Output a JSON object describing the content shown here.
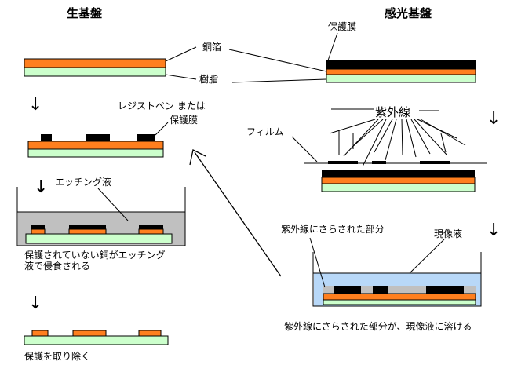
{
  "colors": {
    "copper": "#ff7f1e",
    "resin": "#ccffcc",
    "resist": "#000000",
    "etchant": "#c0c0c0",
    "developer": "#b8d8f8"
  },
  "left": {
    "title": "生基盤",
    "foil_label": "銅箔",
    "resin_label": "樹脂",
    "resist_label_line1": "レジストペン または",
    "resist_label_line2": "保護膜",
    "etch_label": "エッチング液",
    "etch_caption_line1": "保護されていない銅がエッチング",
    "etch_caption_line2": "液で侵食される",
    "remove_caption": "保護を取り除く",
    "arrow_glyph": "↓"
  },
  "right": {
    "title": "感光基盤",
    "protect_label": "保護膜",
    "uv_label": "紫外線",
    "film_label": "フィルム",
    "exposed_label": "紫外線にさらされた部分",
    "developer_label": "現像液",
    "dev_caption": "紫外線にさらされた部分が、現像液に溶ける",
    "arrow_glyph": "↓"
  }
}
